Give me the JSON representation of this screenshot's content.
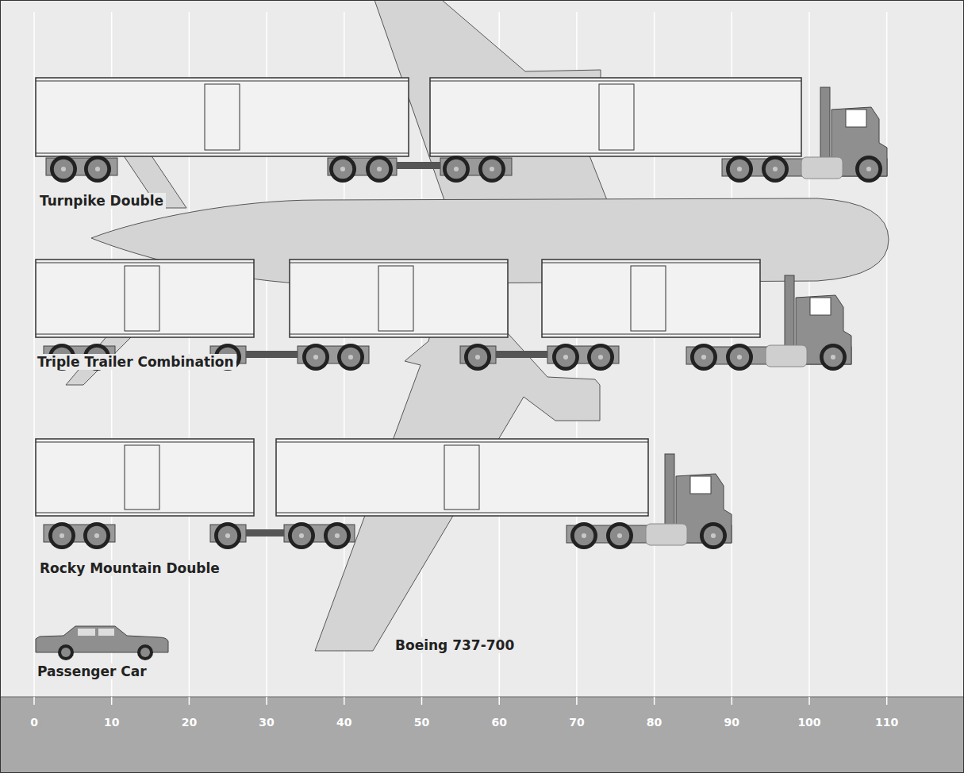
{
  "diagram": {
    "labels": [
      "Turnpike Double",
      "Triple Trailer Combination",
      "Rocky Mountain Double",
      "Passenger Car",
      "Boeing 737-700",
      "0",
      "10",
      "20",
      "30",
      "40",
      "50",
      "60",
      "70",
      "80",
      "90",
      "100",
      "110"
    ]
  }
}
